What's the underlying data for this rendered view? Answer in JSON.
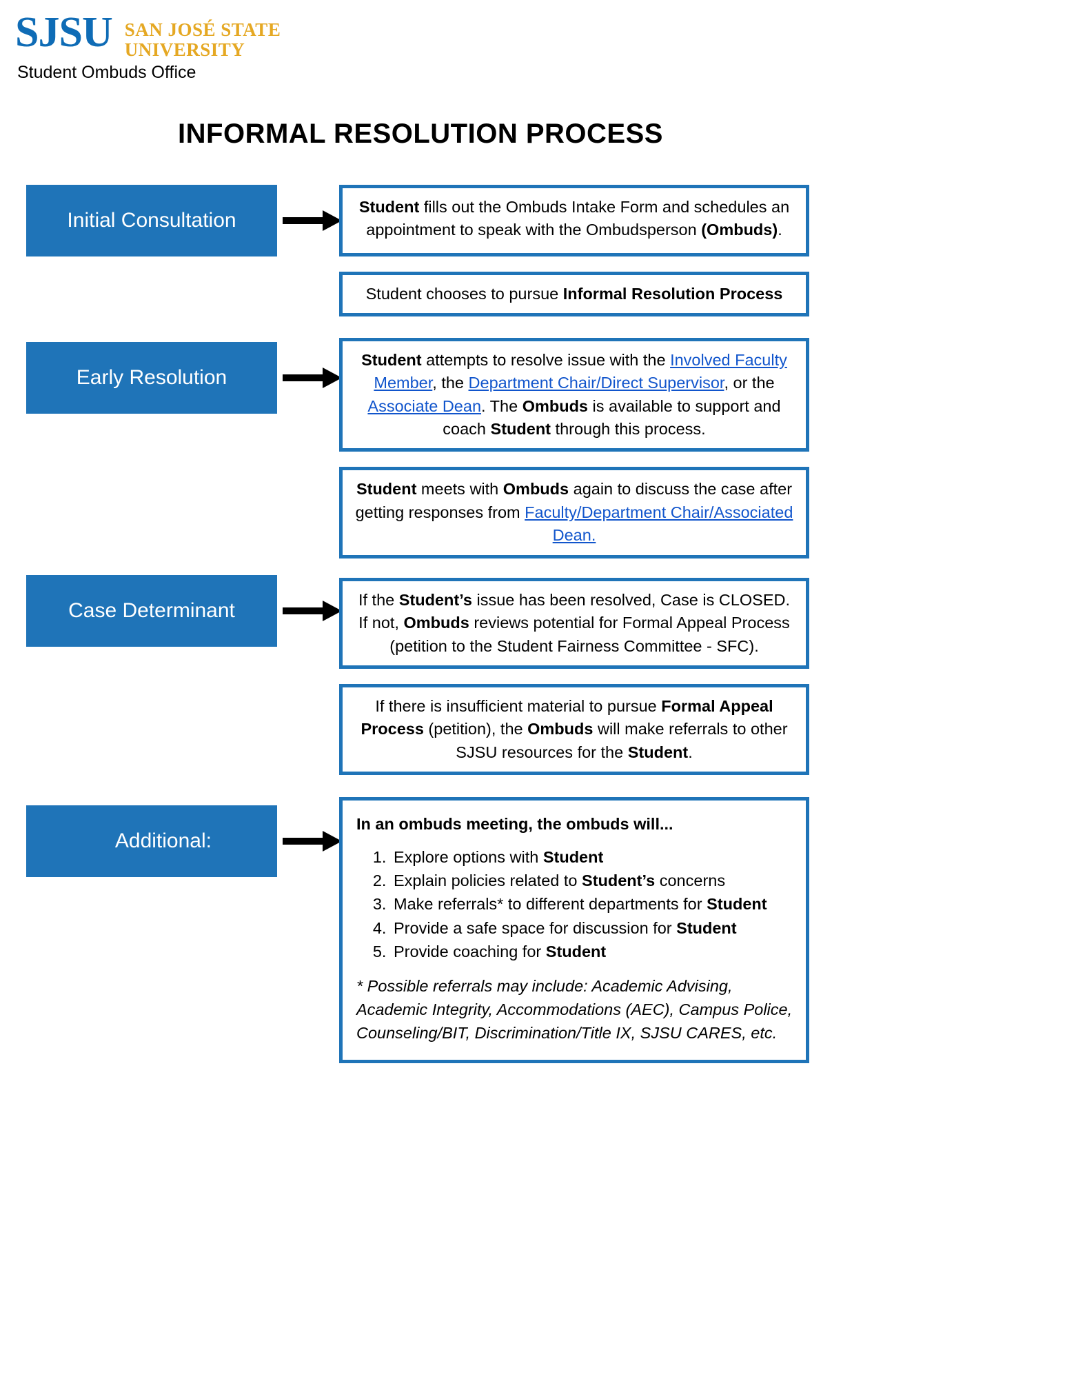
{
  "header": {
    "logo_mark": "SJSU",
    "logo_line1": "SAN JOSÉ STATE",
    "logo_line2": "UNIVERSITY",
    "office": "Student Ombuds Office"
  },
  "title": "INFORMAL RESOLUTION PROCESS",
  "colors": {
    "brand_blue": "#1f74b8",
    "logo_blue": "#0f6cb6",
    "logo_gold": "#e5a823",
    "link_blue": "#1155cc"
  },
  "stages": [
    {
      "label": "Initial Consultation"
    },
    {
      "label": "Early Resolution"
    },
    {
      "label": "Case Determinant"
    },
    {
      "label": "Additional:"
    }
  ],
  "boxes": {
    "initial_1_a": "Student",
    "initial_1_b": " fills out the Ombuds Intake Form and schedules an appointment to speak with the Ombudsperson ",
    "initial_1_c": "(Ombuds)",
    "initial_1_d": ".",
    "initial_2_a": "Student chooses to pursue ",
    "initial_2_b": "Informal Resolution Process",
    "early_1_a": "Student",
    "early_1_b": " attempts to resolve issue with the ",
    "early_1_link1": "Involved Faculty Member",
    "early_1_c": ", the ",
    "early_1_link2": "Department Chair/Direct Supervisor",
    "early_1_d": ", or the ",
    "early_1_link3": "Associate Dean",
    "early_1_e": ". The ",
    "early_1_f": "Ombuds",
    "early_1_g": " is available to support and coach ",
    "early_1_h": "Student",
    "early_1_i": " through this process.",
    "early_2_a": "Student",
    "early_2_b": " meets with ",
    "early_2_c": "Ombuds",
    "early_2_d": " again to discuss the case after getting responses from ",
    "early_2_link": "Faculty/Department Chair/Associated Dean.",
    "case_1_a": "If the ",
    "case_1_b": "Student’s",
    "case_1_c": " issue has been resolved, Case is CLOSED. If not, ",
    "case_1_d": "Ombuds",
    "case_1_e": " reviews potential for Formal Appeal Process (petition to the Student Fairness Committee - SFC).",
    "case_2_a": "If there is insufficient material to pursue ",
    "case_2_b": "Formal Appeal Process",
    "case_2_c": " (petition), the ",
    "case_2_d": "Ombuds",
    "case_2_e": " will make referrals to other SJSU resources for the ",
    "case_2_f": "Student",
    "case_2_g": ".",
    "additional_heading": "In an ombuds meeting, the ombuds will...",
    "additional_items": [
      {
        "pre": "Explore options with ",
        "bold": "Student",
        "post": ""
      },
      {
        "pre": "Explain policies related to ",
        "bold": "Student’s",
        "post": " concerns"
      },
      {
        "pre": "Make referrals* to different departments for ",
        "bold": "Student",
        "post": ""
      },
      {
        "pre": "Provide a safe space for discussion for ",
        "bold": "Student",
        "post": ""
      },
      {
        "pre": "Provide coaching for ",
        "bold": "Student",
        "post": ""
      }
    ],
    "additional_note": "* Possible referrals may include: Academic Advising, Academic Integrity, Accommodations (AEC), Campus Police, Counseling/BIT, Discrimination/Title IX, SJSU CARES, etc."
  }
}
